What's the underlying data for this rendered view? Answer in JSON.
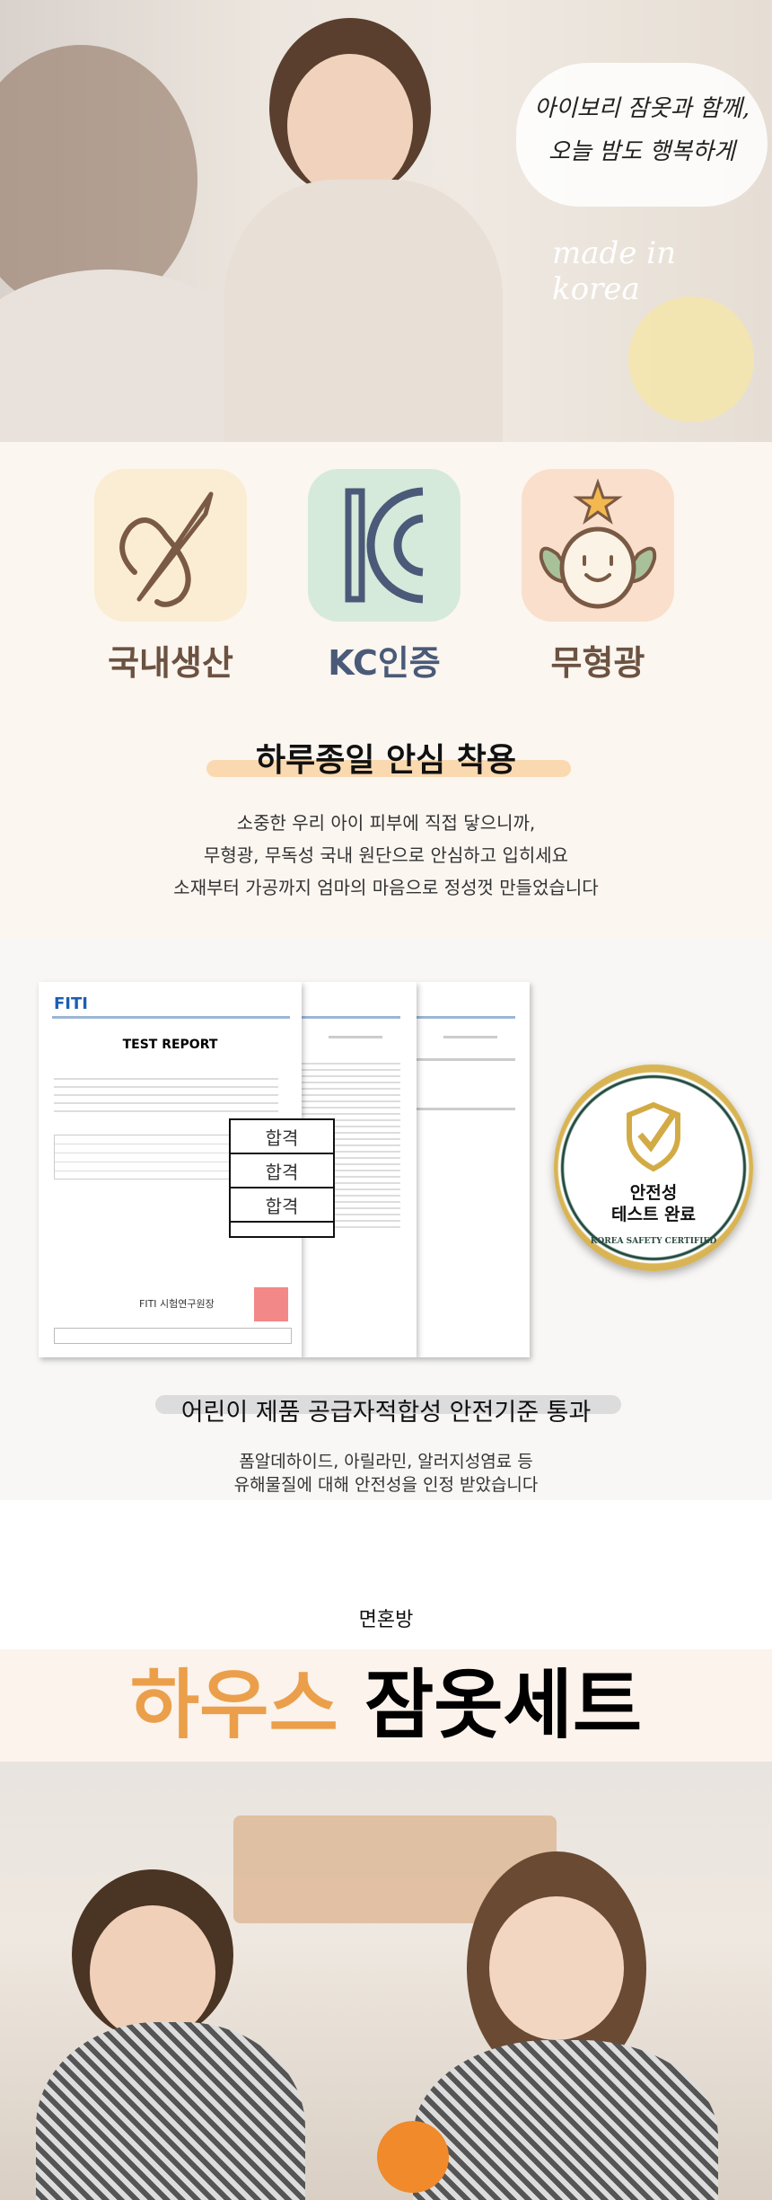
{
  "hero": {
    "bubble_line1": "아이보리 잠옷과 함께,",
    "bubble_line2": "오늘 밤도 행복하게",
    "made_in": "made in korea"
  },
  "features": {
    "items": [
      {
        "label": "국내생산",
        "icon": "needle-thread-icon",
        "bg": "#fbedd3"
      },
      {
        "label": "KC인증",
        "icon": "kc-mark-icon",
        "bg": "#d6eadb"
      },
      {
        "label": "무형광",
        "icon": "smiley-sprout-icon",
        "bg": "#f9dfcc"
      }
    ],
    "heading": "하루종일 안심 착용",
    "body": [
      "소중한 우리 아이 피부에 직접 닿으니까,",
      "무형광, 무독성 국내 원단으로 안심하고 입히세요",
      "소재부터 가공까지 엄마의 마음으로 정성껏 만들었습니다"
    ]
  },
  "certification": {
    "report": {
      "logo": "FITI",
      "title": "TEST REPORT",
      "results": [
        "합격",
        "합격",
        "합격"
      ],
      "issuer": "FITI 시험연구원장"
    },
    "badge": {
      "line1": "안전성",
      "line2": "테스트 완료",
      "ring": "KOREA SAFETY CERTIFIED"
    },
    "heading": "어린이 제품 공급자적합성 안전기준 통과",
    "body": [
      "폼알데하이드, 아릴라민, 알러지성염료 등",
      "유해물질에 대해 안전성을 인정 받았습니다"
    ]
  },
  "product": {
    "brand": "면혼방",
    "title_accent": "하우스",
    "title_rest": "잠옷세트",
    "accent_color": "#eb9f4a"
  }
}
